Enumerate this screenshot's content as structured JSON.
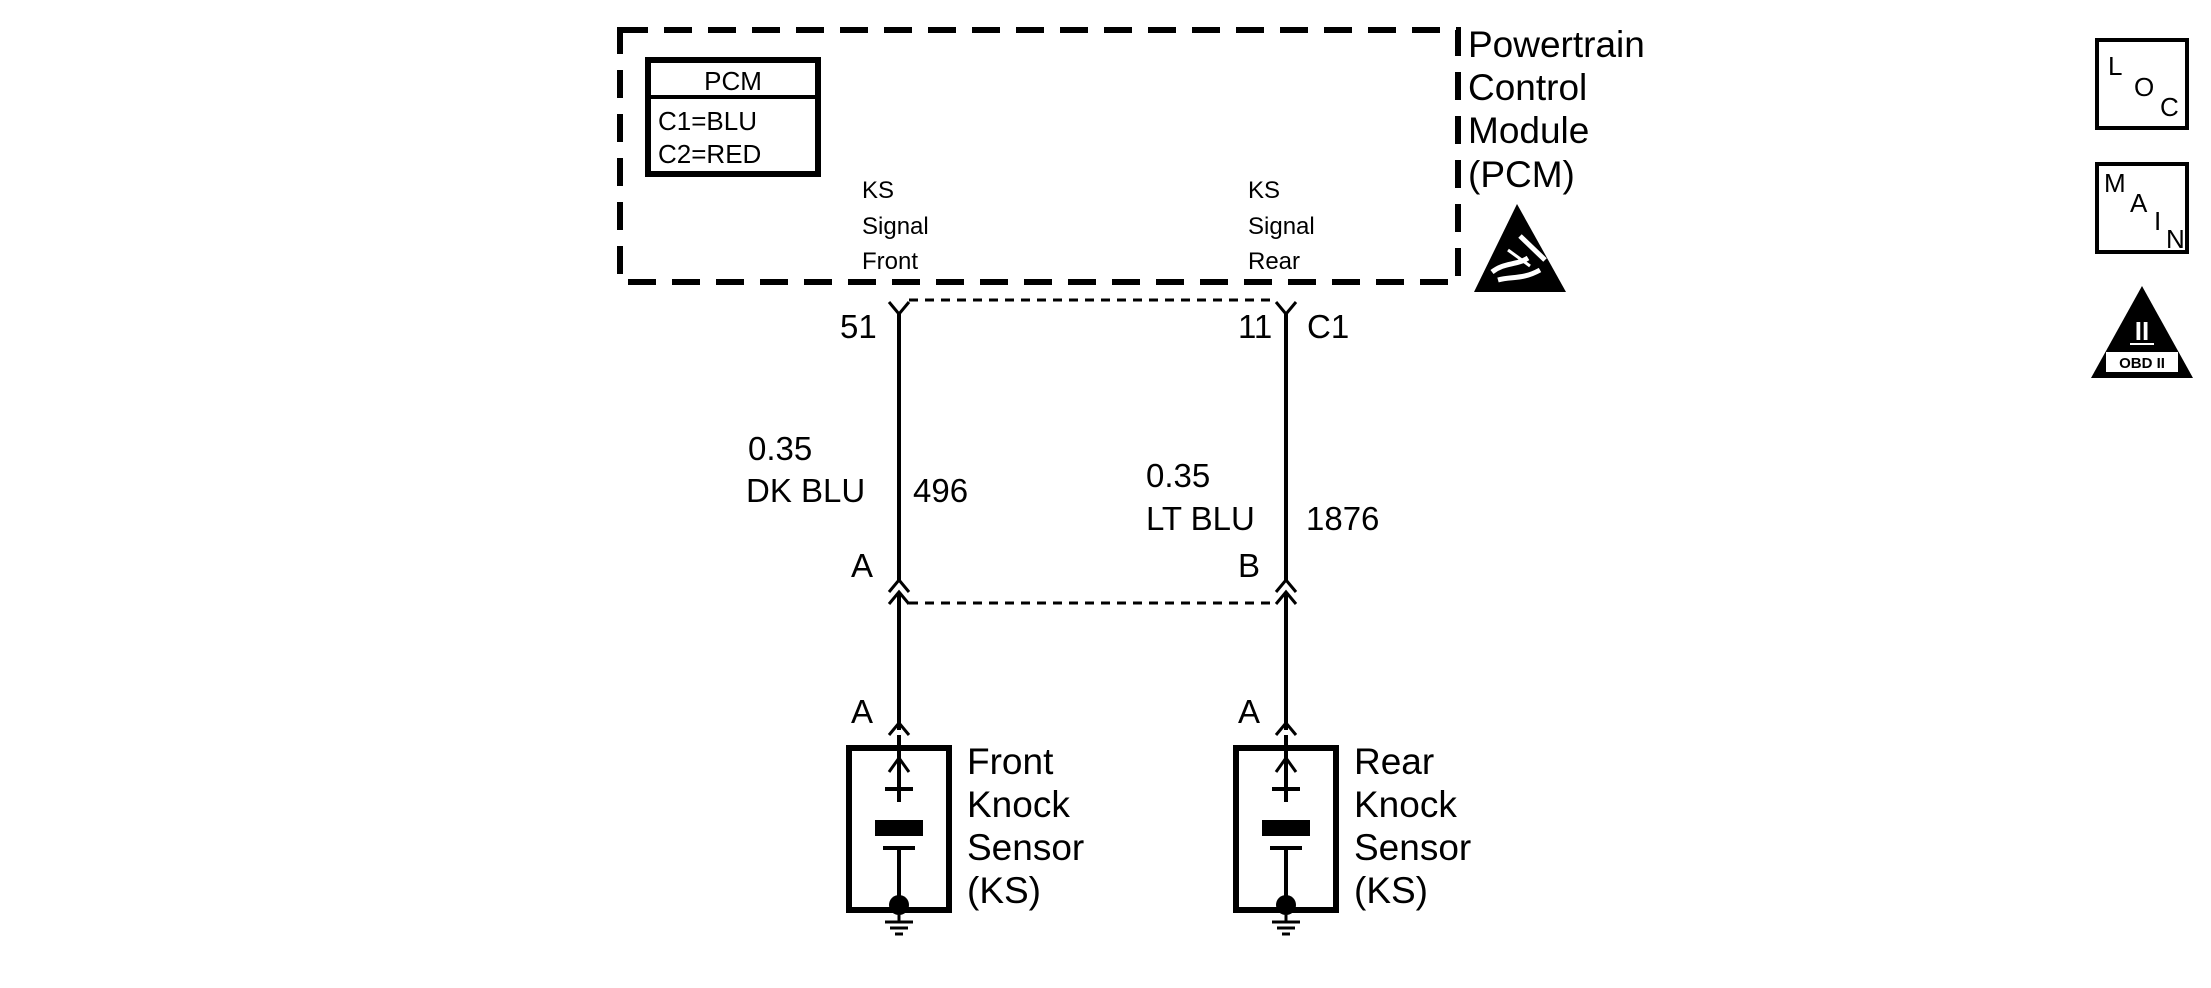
{
  "pcm_box": {
    "header": "PCM",
    "rows": [
      "C1=BLU",
      "C2=RED"
    ]
  },
  "module": {
    "lines": [
      "Powertrain",
      "Control",
      "Module",
      "(PCM)"
    ]
  },
  "signals": {
    "front": [
      "KS",
      "Signal",
      "Front"
    ],
    "rear": [
      "KS",
      "Signal",
      "Rear"
    ]
  },
  "pins": {
    "front": "51",
    "rear": "11",
    "connector": "C1"
  },
  "wires": {
    "front": {
      "gauge": "0.35",
      "color": "DK BLU",
      "circuit": "496"
    },
    "rear": {
      "gauge": "0.35",
      "color": "LT BLU",
      "circuit": "1876"
    }
  },
  "inline_connector": {
    "front": "A",
    "rear": "B"
  },
  "sensor_pins": {
    "front": "A",
    "rear": "A"
  },
  "sensors": {
    "front": [
      "Front",
      "Knock",
      "Sensor",
      "(KS)"
    ],
    "rear": [
      "Rear",
      "Knock",
      "Sensor",
      "(KS)"
    ]
  },
  "icons": {
    "loc": {
      "l": "L",
      "o": "O",
      "c": "C"
    },
    "main": {
      "m": "M",
      "a": "A",
      "i": "I",
      "n": "N"
    },
    "obd": {
      "numeral": "II",
      "label": "OBD II"
    },
    "esd": "esd-warning-icon"
  }
}
